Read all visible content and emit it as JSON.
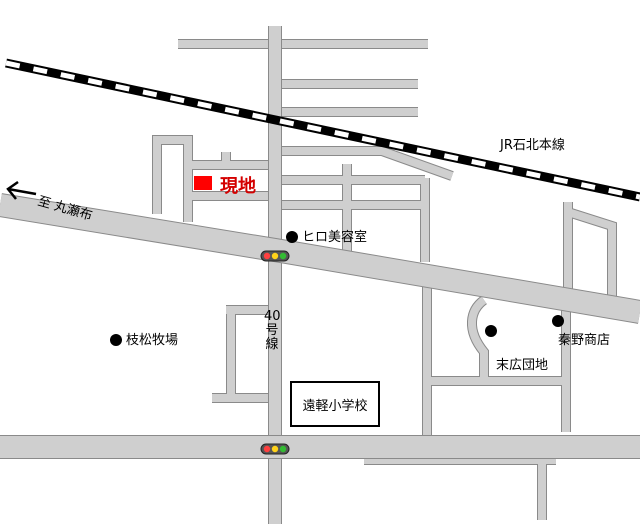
{
  "map": {
    "colors": {
      "road_fill": "#cfcfcf",
      "road_edge": "#8a8a8a",
      "site_marker": "#ff0000",
      "site_label": "#d40000",
      "signal_light_1": "#ff4040",
      "signal_light_2": "#ffd21a",
      "signal_light_3": "#33bb33"
    },
    "labels": {
      "site": "現地",
      "railway": "JR石北本線",
      "direction": "至 丸瀬布",
      "route": "40号線",
      "school": "遠軽小学校",
      "salon": "ヒロ美容室",
      "ranch": "枝松牧場",
      "housing": "末広団地",
      "store": "秦野商店"
    },
    "icons": {
      "direction_arrow": "left-arrow-icon",
      "traffic_signal": "traffic-signal-icon",
      "poi_marker": "black-dot-icon"
    }
  }
}
